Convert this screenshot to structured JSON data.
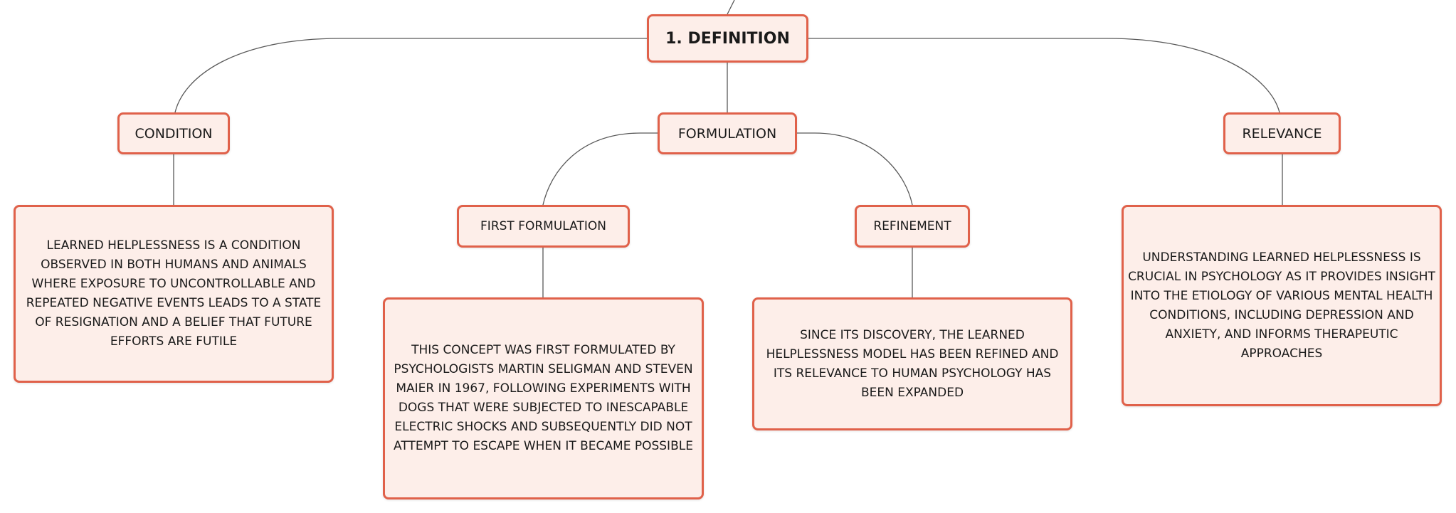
{
  "root": {
    "label": "1. DEFINITION"
  },
  "branches": {
    "condition": {
      "label": "CONDITION",
      "text": "LEARNED HELPLESSNESS IS A CONDITION OBSERVED IN BOTH HUMANS AND ANIMALS WHERE EXPOSURE TO UNCONTROLLABLE AND REPEATED NEGATIVE EVENTS LEADS TO A STATE OF RESIGNATION AND A BELIEF THAT FUTURE EFFORTS ARE FUTILE"
    },
    "formulation": {
      "label": "FORMULATION",
      "first": {
        "label": "FIRST FORMULATION",
        "text": "THIS CONCEPT WAS FIRST FORMULATED BY PSYCHOLOGISTS MARTIN SELIGMAN AND STEVEN MAIER IN 1967, FOLLOWING EXPERIMENTS WITH DOGS THAT WERE SUBJECTED TO INESCAPABLE ELECTRIC SHOCKS AND SUBSEQUENTLY DID NOT ATTEMPT TO ESCAPE WHEN IT BECAME POSSIBLE"
      },
      "refinement": {
        "label": "REFINEMENT",
        "text": "SINCE ITS DISCOVERY, THE LEARNED HELPLESSNESS MODEL HAS BEEN REFINED AND ITS RELEVANCE TO HUMAN PSYCHOLOGY HAS BEEN EXPANDED"
      }
    },
    "relevance": {
      "label": "RELEVANCE",
      "text": "UNDERSTANDING LEARNED HELPLESSNESS IS CRUCIAL IN PSYCHOLOGY AS IT PROVIDES INSIGHT INTO THE ETIOLOGY OF VARIOUS MENTAL HEALTH CONDITIONS, INCLUDING DEPRESSION AND ANXIETY, AND INFORMS THERAPEUTIC APPROACHES"
    }
  },
  "colors": {
    "node_fill": "#fdeee9",
    "node_border": "#e0614a",
    "connector": "#595959"
  }
}
